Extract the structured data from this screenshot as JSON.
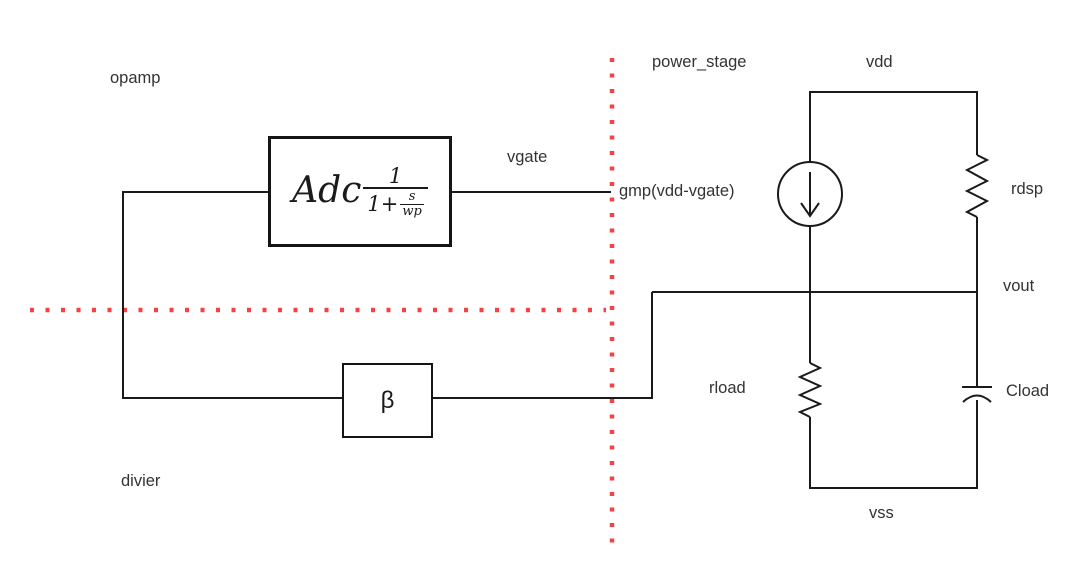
{
  "diagram": {
    "colors": {
      "background": "#ffffff",
      "wire": "#1a1a1a",
      "text": "#333333",
      "divider_red": "#f54242"
    },
    "regions": {
      "opamp_label": "opamp",
      "divider_label": "divier",
      "power_stage_label": "power_stage"
    },
    "opamp_block": {
      "gain": "Adc",
      "numerator": "1",
      "den_prefix": "1+",
      "inner_numerator": "s",
      "inner_denominator": "wp"
    },
    "feedback_block": {
      "symbol": "β"
    },
    "nets": {
      "vgate": "vgate",
      "vdd": "vdd",
      "vout": "vout",
      "vss": "vss"
    },
    "components": {
      "current_source": "gmp(vdd-vgate)",
      "rdsp": "rdsp",
      "rload": "rload",
      "cload": "Cload"
    }
  }
}
